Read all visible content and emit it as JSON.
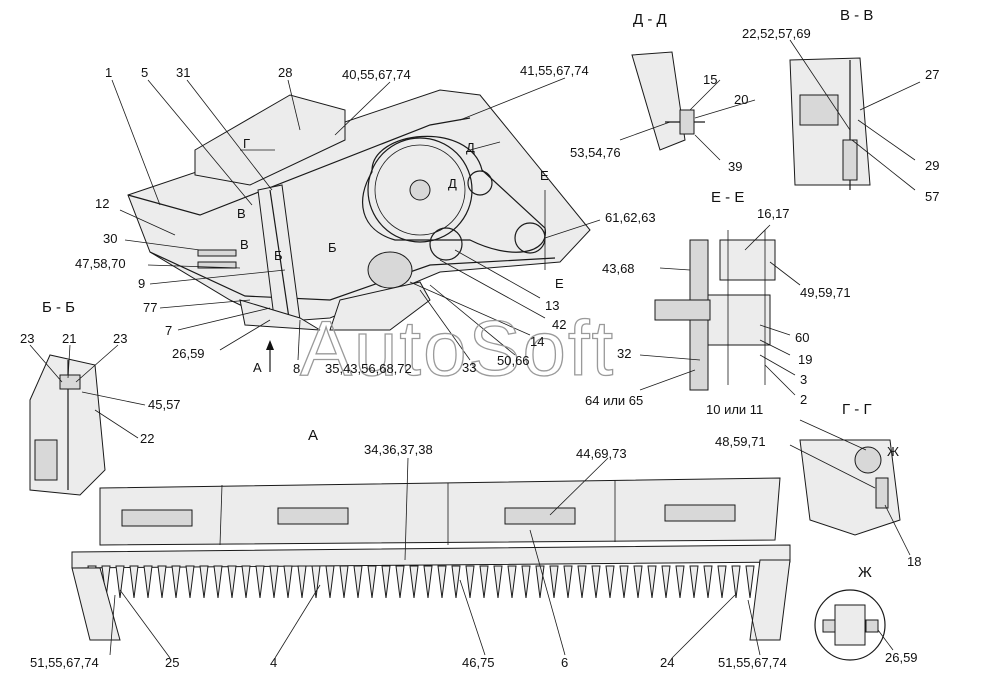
{
  "watermark": "AutoSoft",
  "section_titles": {
    "dd": "Д - Д",
    "vv": "В - В",
    "ee": "Е - Е",
    "bb": "Б - Б",
    "gg": "Г - Г",
    "zh": "Ж",
    "view_a": "А"
  },
  "cut_marks": {
    "g": "Г",
    "d1": "Д",
    "d2": "Д",
    "e1": "Е",
    "e2": "Е",
    "v1": "В",
    "v2": "В",
    "b1": "Б",
    "b2": "Б",
    "a": "А",
    "zh": "Ж"
  },
  "callouts": {
    "c1": "1",
    "c5": "5",
    "c31": "31",
    "c28": "28",
    "c40_55_67_74": "40,55,67,74",
    "c41_55_67_74": "41,55,67,74",
    "c12": "12",
    "c30": "30",
    "c47_58_70": "47,58,70",
    "c9": "9",
    "c77": "77",
    "c7": "7",
    "c26_59": "26,59",
    "c8": "8",
    "c35_43_56_68_72": "35,43,56,68,72",
    "c33": "33",
    "c50_66": "50,66",
    "c14": "14",
    "c42": "42",
    "c13": "13",
    "c61_62_63": "61,62,63",
    "c15": "15",
    "c20": "20",
    "c53_54_76": "53,54,76",
    "c39": "39",
    "c22_52_57_69": "22,52,57,69",
    "c27": "27",
    "c29": "29",
    "c57": "57",
    "c16_17": "16,17",
    "c43_68": "43,68",
    "c49_59_71": "49,59,71",
    "c60": "60",
    "c19": "19",
    "c32": "32",
    "c3": "3",
    "c64_65": "64 или 65",
    "c2": "2",
    "c23a": "23",
    "c21": "21",
    "c23b": "23",
    "c45_57": "45,57",
    "c22": "22",
    "c10_11": "10 или 11",
    "c48_59_71": "48,59,71",
    "c18": "18",
    "c34_36_37_38": "34,36,37,38",
    "c44_69_73": "44,69,73",
    "c51_55_67_74_left": "51,55,67,74",
    "c25": "25",
    "c4": "4",
    "c46_75": "46,75",
    "c6": "6",
    "c24": "24",
    "c51_55_67_74_right": "51,55,67,74",
    "c26_59_zh": "26,59"
  }
}
